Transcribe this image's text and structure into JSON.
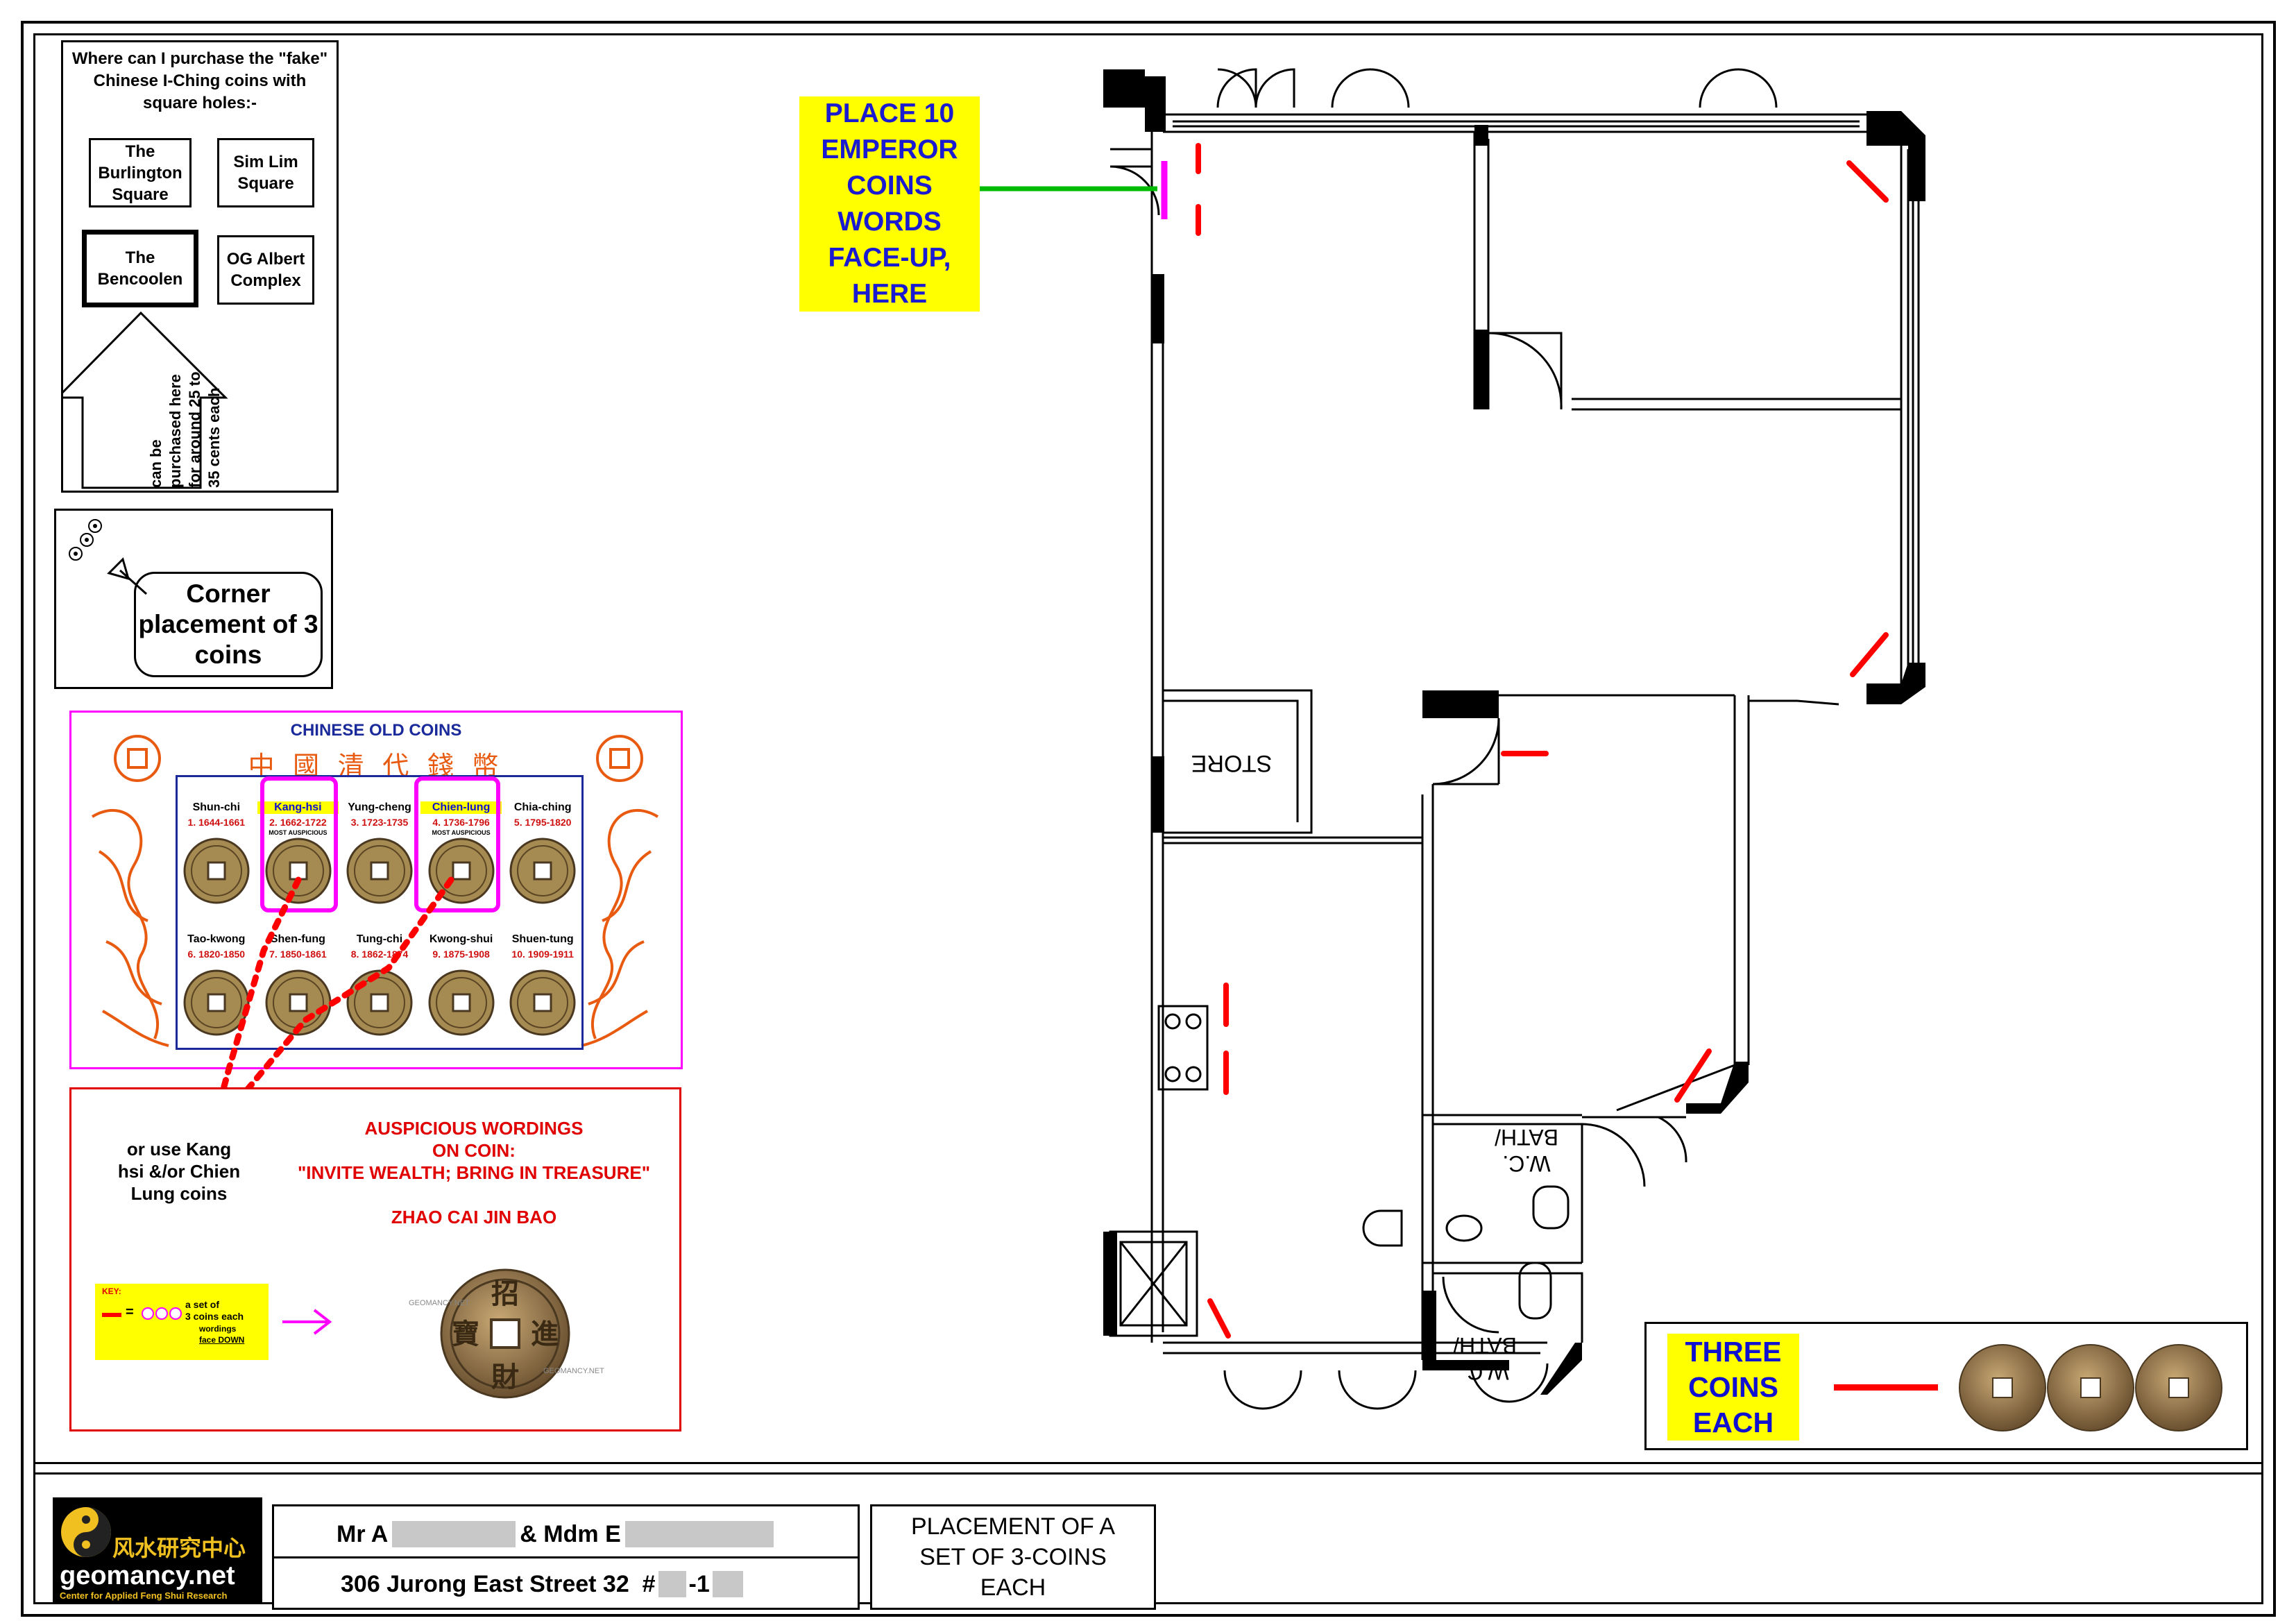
{
  "purchase": {
    "question": "Where can I purchase the \"fake\" Chinese I-Ching coins with square holes:-",
    "shops": [
      "The Burlington Square",
      "Sim Lim Square",
      "The Bencoolen",
      "OG Albert Complex"
    ],
    "arrow_note": "can be purchased here for around 25 to 35 cents each"
  },
  "corner_note": "Corner placement of 3 coins",
  "coin_chart": {
    "title": "CHINESE OLD COINS",
    "chinese_title": "中 國 清 代 錢 幣",
    "most_auspicious": "MOST AUSPICIOUS",
    "row1": [
      {
        "name": "Shun-chi",
        "num": "1.",
        "years": "1644-1661"
      },
      {
        "name": "Kang-hsi",
        "num": "2.",
        "years": "1662-1722"
      },
      {
        "name": "Yung-cheng",
        "num": "3.",
        "years": "1723-1735"
      },
      {
        "name": "Chien-lung",
        "num": "4.",
        "years": "1736-1796"
      },
      {
        "name": "Chia-ching",
        "num": "5.",
        "years": "1795-1820"
      }
    ],
    "row2": [
      {
        "name": "Tao-kwong",
        "num": "6.",
        "years": "1820-1850"
      },
      {
        "name": "Shen-fung",
        "num": "7.",
        "years": "1850-1861"
      },
      {
        "name": "Tung-chi",
        "num": "8.",
        "years": "1862-1874"
      },
      {
        "name": "Kwong-shui",
        "num": "9.",
        "years": "1875-1908"
      },
      {
        "name": "Shuen-tung",
        "num": "10.",
        "years": "1909-1911"
      }
    ],
    "watermark": "GEOMANCY.NET"
  },
  "or_use_note": "or use Kang hsi &/or Chien Lung coins",
  "wordings": {
    "title": "AUSPICIOUS WORDINGS",
    "line2": "ON COIN:",
    "line3": "\"INVITE WEALTH; BRING IN TREASURE\"",
    "pinyin": "ZHAO CAI JIN BAO"
  },
  "key": {
    "label": "KEY:",
    "equals": "=",
    "line1": "a set of",
    "line2": "3 coins each",
    "line3": "wordings",
    "line4": "face DOWN"
  },
  "place_note": "PLACE 10 EMPEROR COINS WORDS FACE-UP, HERE",
  "plan_labels": {
    "store": "STORE",
    "bath1": "BATH/",
    "wc1": "W.C.",
    "bath2": "BATH/",
    "wc2": "W.C."
  },
  "three_coins": "THREE COINS EACH",
  "title_block": {
    "logo_chinese": "风水研究中心",
    "logo_name": "geomancy.net",
    "logo_sub": "Center for Applied Feng Shui Research",
    "client_prefix": "Mr A",
    "client_mid": "& Mdm E",
    "address": "306 Jurong East Street 32  #",
    "address_mid": "-1",
    "drawing_title": "PLACEMENT OF A SET OF 3-COINS EACH"
  },
  "colors": {
    "highlight": "#ffff00",
    "marker_red": "#ff0000",
    "magenta": "#ff00ff",
    "green_line": "#00bb00",
    "chart_orange": "#e85a10",
    "chart_blue": "#1a2a9a"
  }
}
